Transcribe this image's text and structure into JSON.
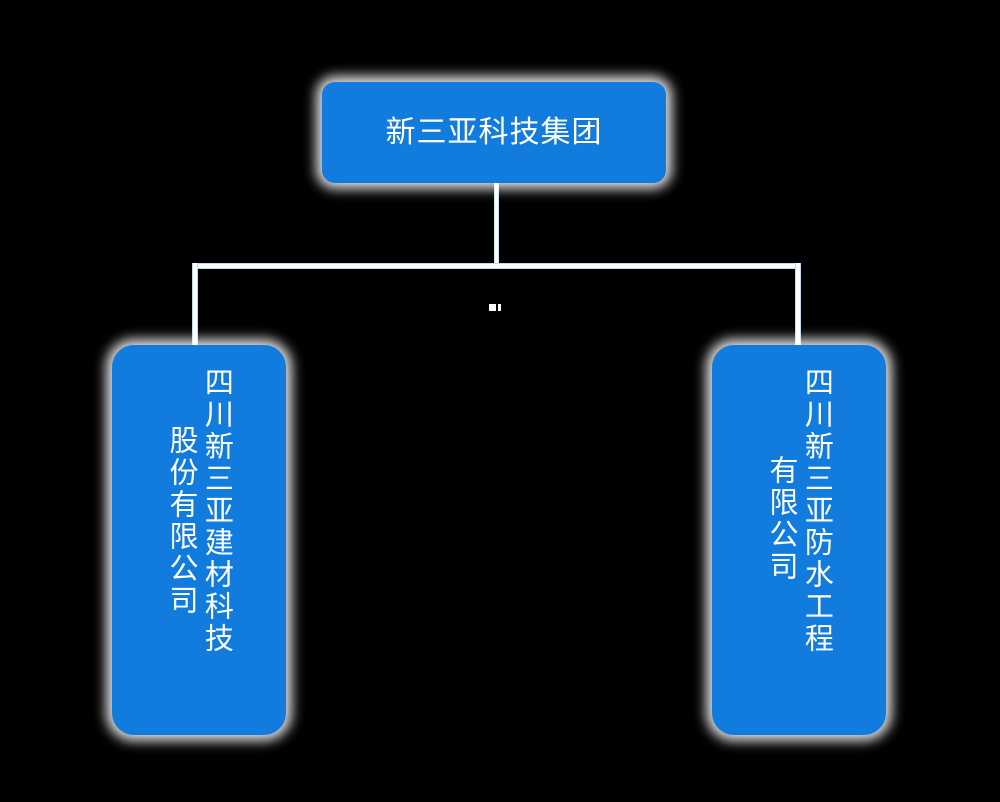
{
  "diagram": {
    "type": "organization-chart",
    "background_color": "#000000",
    "node_color": "#127BDE",
    "node_text_color": "#FFFFFF",
    "connector_color": "#FFFFFF",
    "connector_edge_color": "#BCD9F2"
  },
  "root": {
    "label": "新三亚科技集团",
    "orientation": "horizontal"
  },
  "children": [
    {
      "id": "left",
      "full_label": "四川新三亚建材科技股份有限公司",
      "orientation": "vertical",
      "column_1": "四川新三亚建材科技",
      "column_2": "股份有限公司"
    },
    {
      "id": "right",
      "full_label": "四川新三亚防水工程有限公司",
      "orientation": "vertical",
      "column_1": "四川新三亚防水工程",
      "column_2": "有限公司"
    }
  ]
}
